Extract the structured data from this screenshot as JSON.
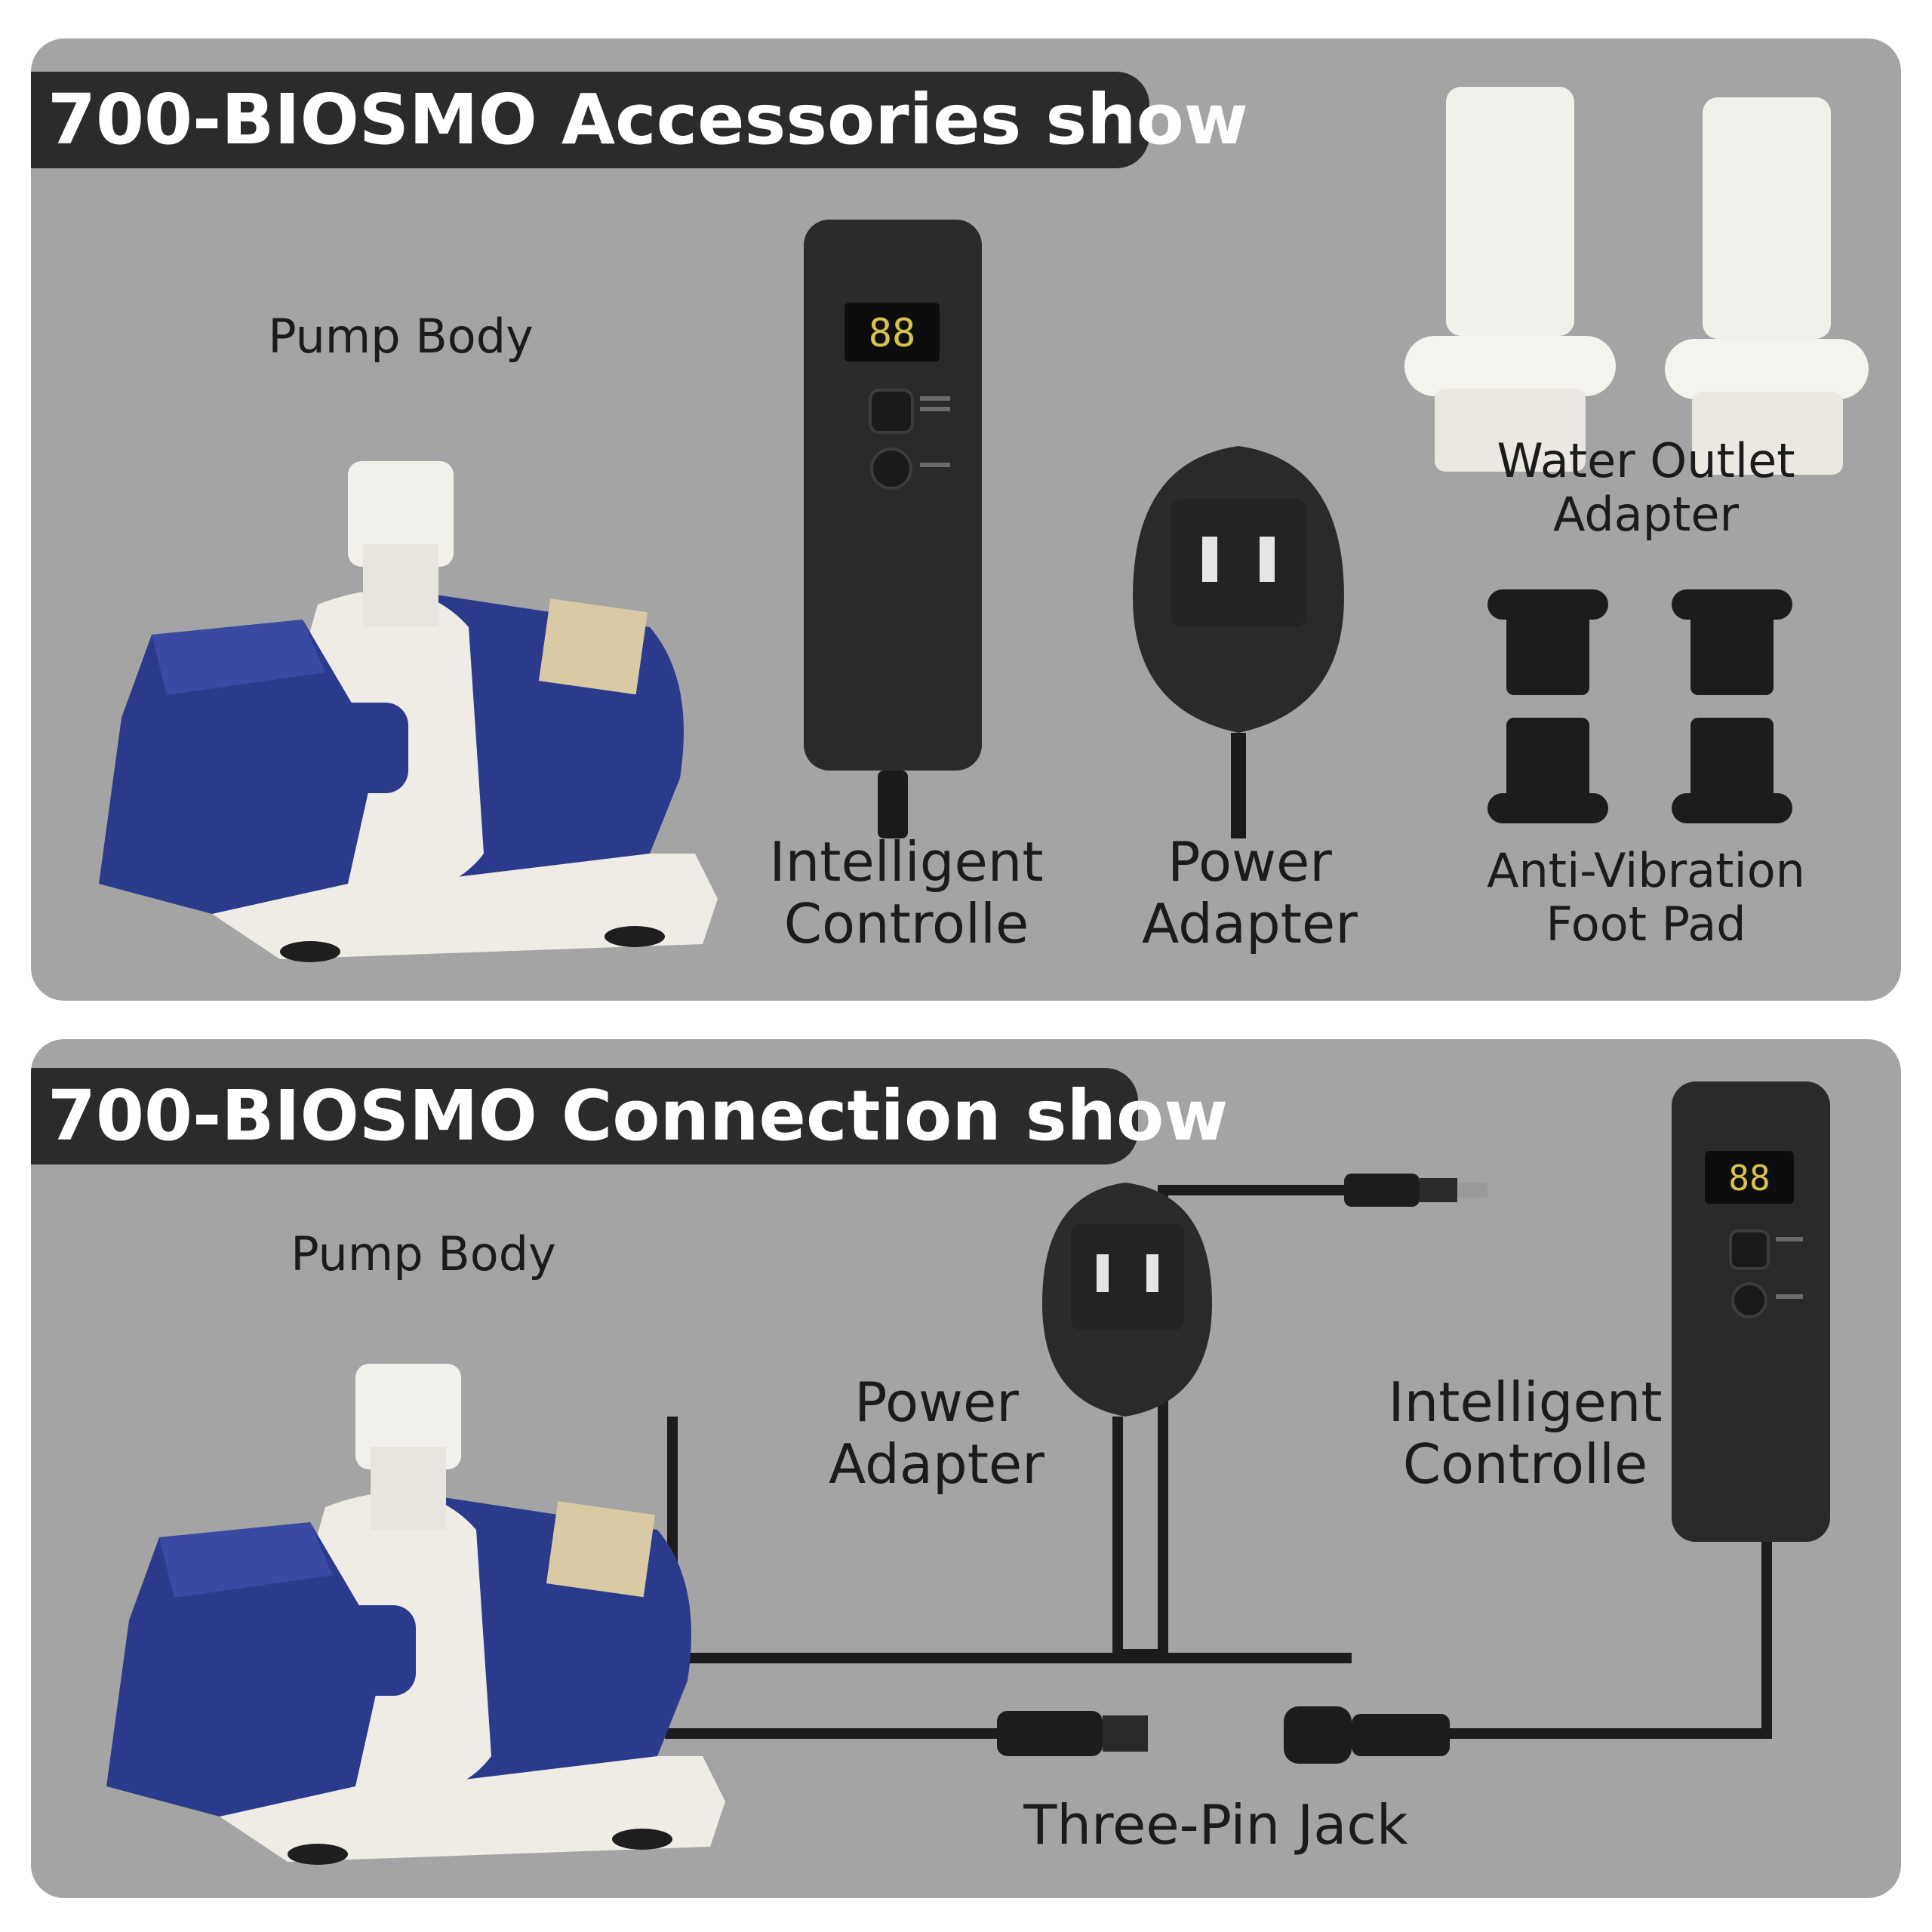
{
  "top_panel": {
    "title": "700-BIOSMO Accessories show",
    "labels": {
      "pump_body": "Pump Body",
      "controller": [
        "Intelligent",
        "Controlle"
      ],
      "power_adapter": [
        "Power",
        "Adapter"
      ],
      "water_outlet": [
        "Water Outlet",
        "Adapter"
      ],
      "foot_pad": [
        "Anti-Vibration",
        "Foot Pad"
      ]
    }
  },
  "bottom_panel": {
    "title": "700-BIOSMO Connection show",
    "labels": {
      "pump_body": "Pump Body",
      "power_adapter": [
        "Power",
        "Adapter"
      ],
      "controller": [
        "Intelligent",
        "Controlle"
      ],
      "jack": "Three-Pin Jack"
    }
  },
  "controller_display": "88",
  "colors": {
    "panel": "#a4a4a4",
    "title_bar": "#2b2b2d",
    "pump_blue": "#2c3a8c",
    "pump_white": "#efece6",
    "device_black": "#2a2a2c",
    "display_digits": "#d8c34a"
  },
  "icons": [
    "pump-icon",
    "controller-icon",
    "power-adapter-icon",
    "outlet-adapter-icon",
    "foot-pad-icon",
    "cable-icon",
    "connector-icon"
  ]
}
